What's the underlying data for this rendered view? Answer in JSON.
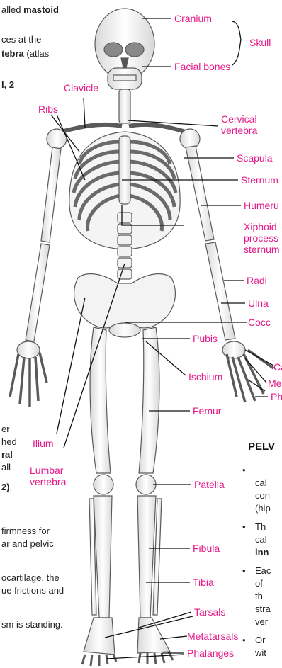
{
  "labels": {
    "cranium": "Cranium",
    "skull": "Skull",
    "facial_bones": "Facial bones",
    "clavicle": "Clavicle",
    "ribs": "Ribs",
    "cervical_vertebra": "Cervical\nvertebra",
    "scapula": "Scapula",
    "sternum": "Sternum",
    "humerus": "Humeru",
    "xiphoid": "Xiphoid\nprocess\nsternum",
    "radius": "Radi",
    "ulna": "Ulna",
    "coccyx": "Cocc",
    "pubis": "Pubis",
    "carpals": "Ca",
    "metacarpals": "Me",
    "phalanges_hand": "Ph",
    "ischium": "Ischium",
    "femur": "Femur",
    "ilium": "Ilium",
    "lumbar_vertebra": "Lumbar\nvertebra",
    "patella": "Patella",
    "fibula": "Fibula",
    "tibia": "Tibia",
    "tarsals": "Tarsals",
    "metatarsals": "Metatarsals",
    "phalanges_foot": "Phalanges"
  },
  "left_text": {
    "line1_prefix": "alled ",
    "line1_bold": "mastoid",
    "line2": "ces at the",
    "line3_bold": "tebra",
    "line3_rest": " (atlas",
    "line4_bold": "l, 2",
    "frag1": "er",
    "frag2": "hed",
    "frag3_bold": "ral",
    "frag4": "all",
    "frag5_bold": "2)",
    "frag5_rest": ",",
    "frag6": "firmness for",
    "frag7": "ar and pelvic",
    "frag8": "ocartilage, the",
    "frag9": "ue frictions and",
    "frag10": "sm is standing."
  },
  "right_text": {
    "heading": "PELV",
    "b1_l1": "cal",
    "b1_l2": "con",
    "b1_l3": "(hip",
    "b2_l1": "Th",
    "b2_l2": "cal",
    "b2_l3_bold": "inn",
    "b3_l1": "Eac",
    "b3_l2": "of",
    "b3_l3": "th",
    "b3_l4": "stra",
    "b3_l5": "ver",
    "b4_l1": "Or",
    "b4_l2": "wit"
  },
  "colors": {
    "label": "#e6198a",
    "line": "#111111",
    "bone_fill": "#ffffff",
    "bone_shade": "#e2e2e2",
    "bone_outline": "#5a5a5a"
  }
}
